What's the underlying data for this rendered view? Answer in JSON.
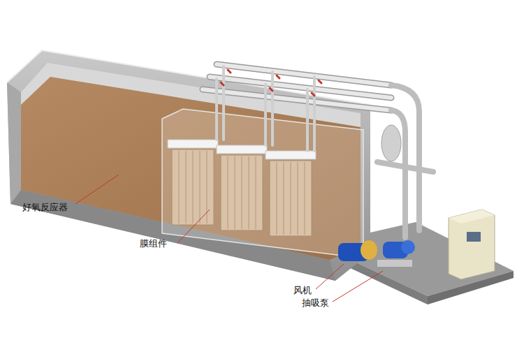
{
  "diagram": {
    "labels": [
      "好氧反应器",
      "膜组件",
      "风机",
      "抽吸泵"
    ]
  }
}
